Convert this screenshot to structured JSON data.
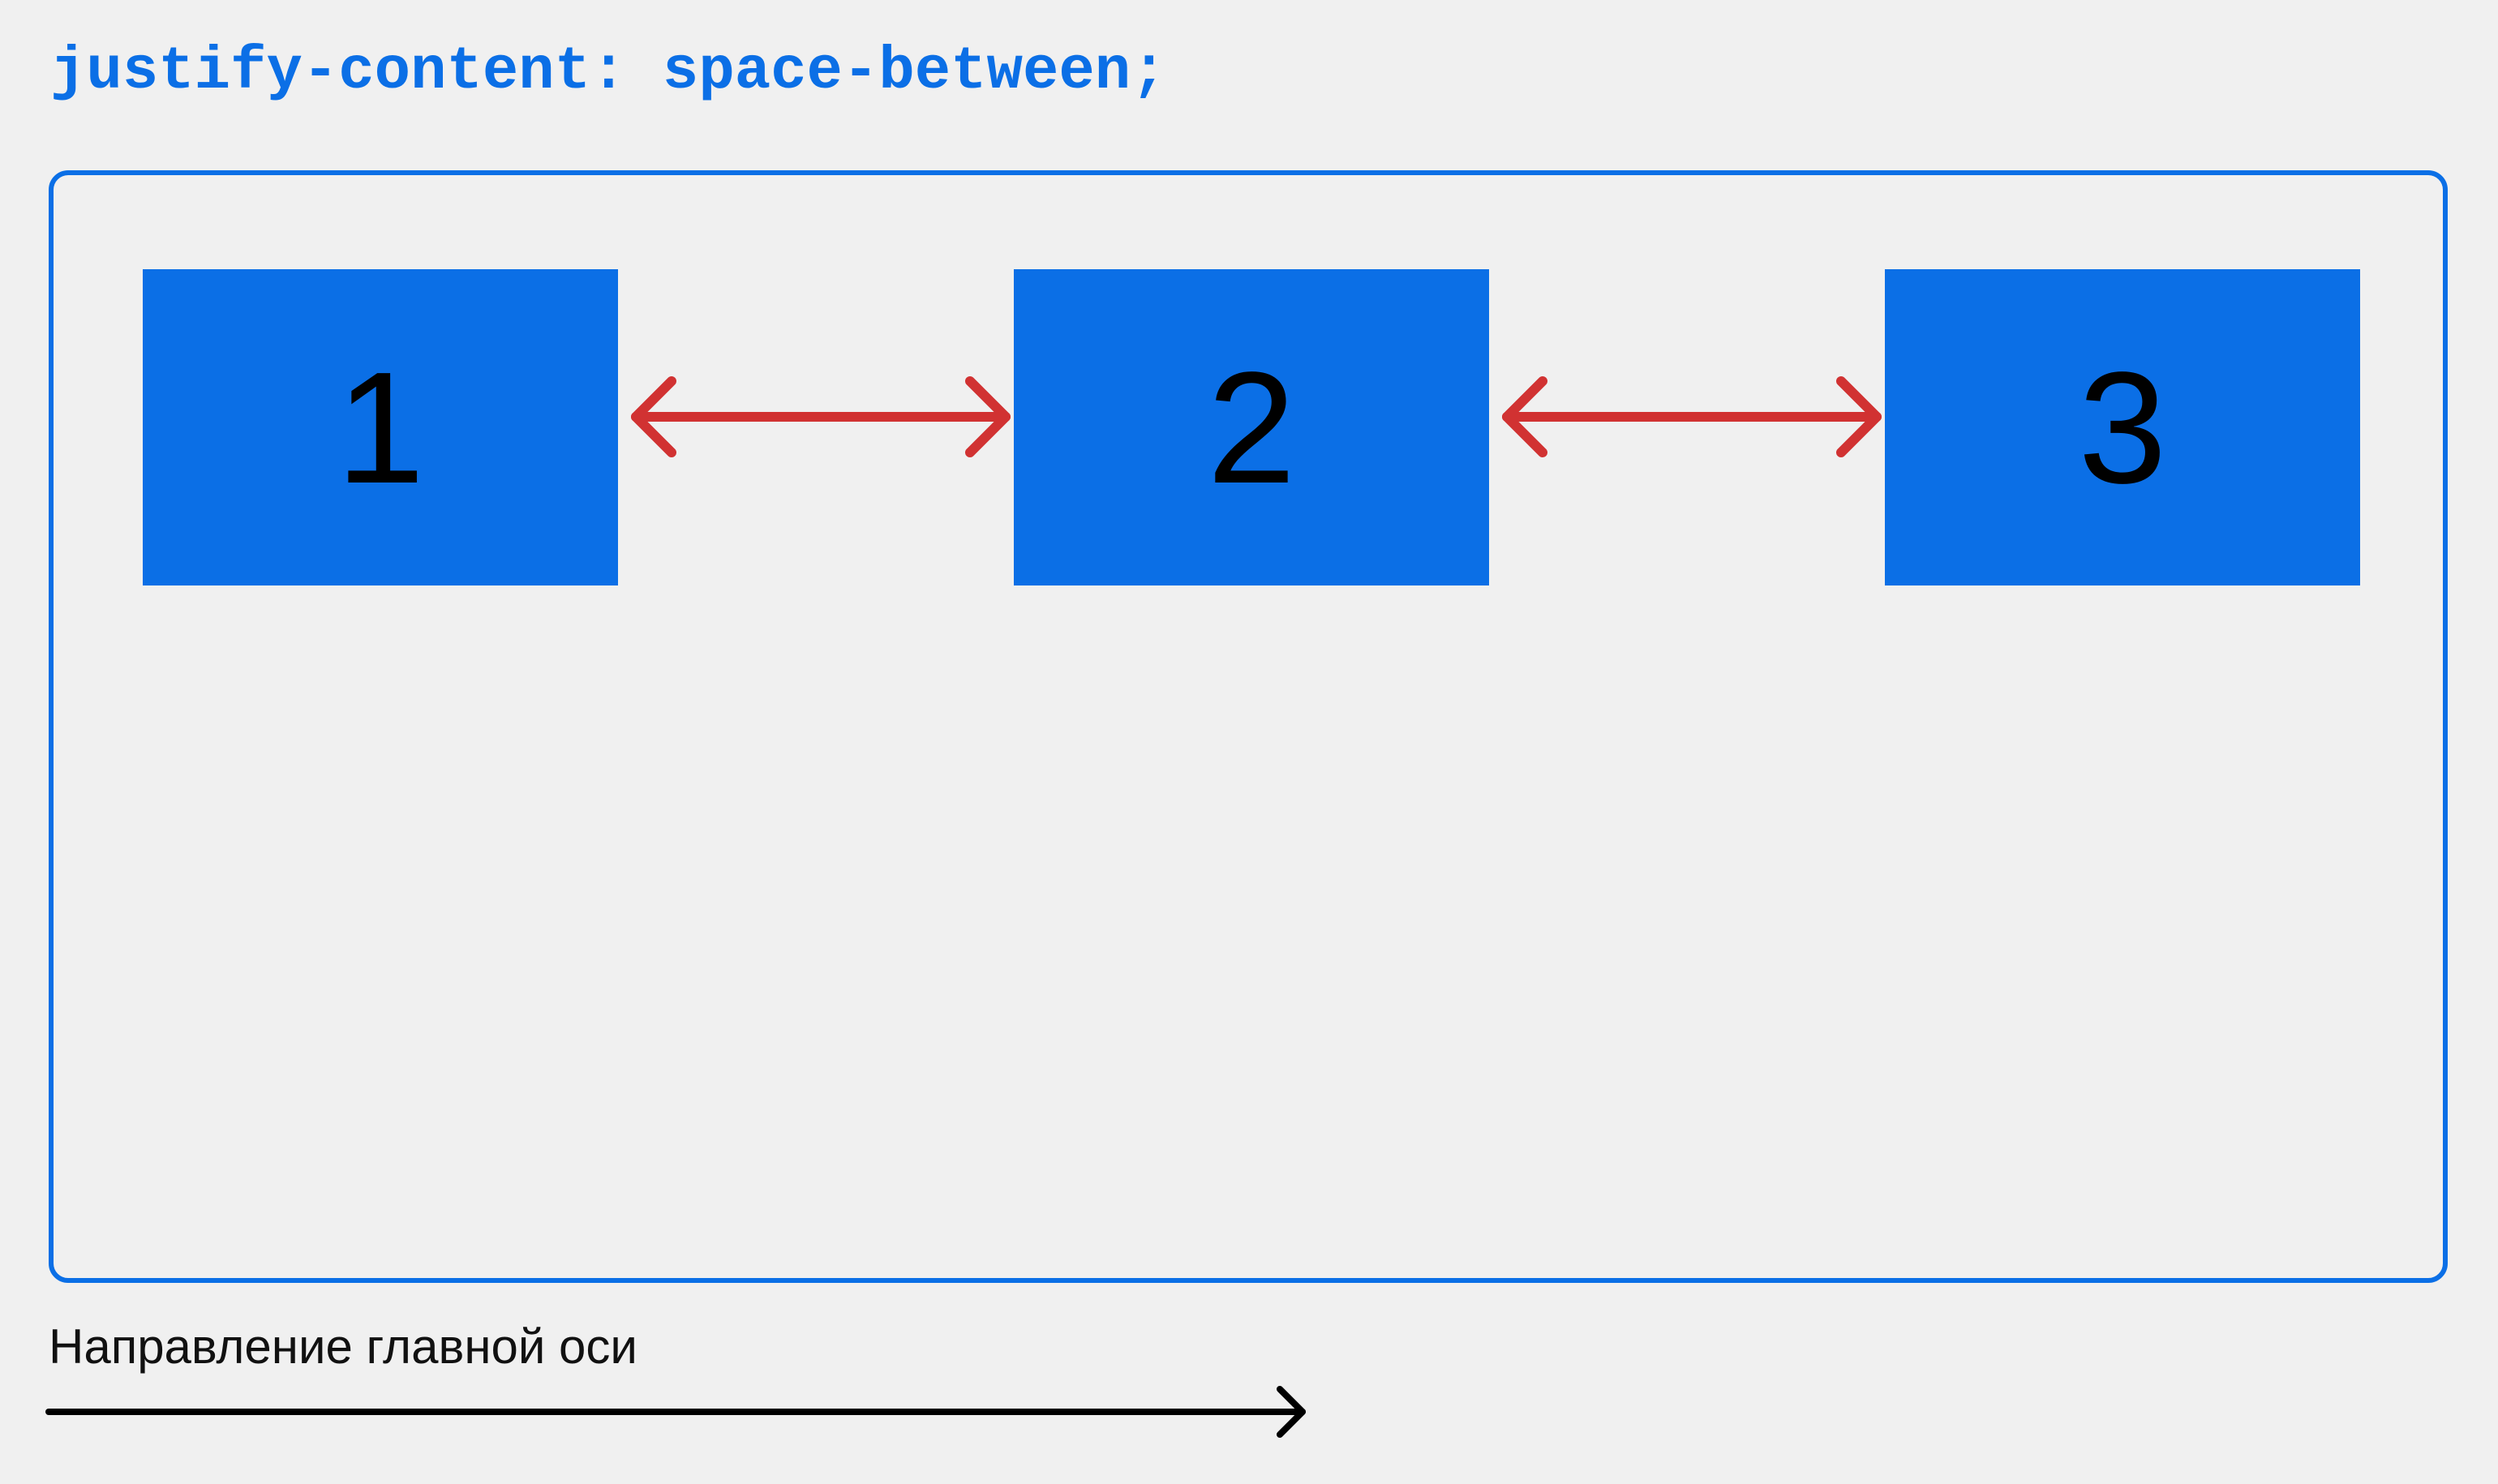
{
  "title": "justify-content: space-between;",
  "items": [
    {
      "label": "1"
    },
    {
      "label": "2"
    },
    {
      "label": "3"
    }
  ],
  "axis": {
    "label": "Направление главной оси"
  },
  "colors": {
    "accent": "#0b6fe6",
    "gap_arrow": "#d13232",
    "axis_arrow": "#000000",
    "background": "#f0f0f0"
  },
  "icons": {
    "gap_arrows": "double-headed-arrow-icon",
    "axis_arrow": "arrow-right-icon"
  }
}
